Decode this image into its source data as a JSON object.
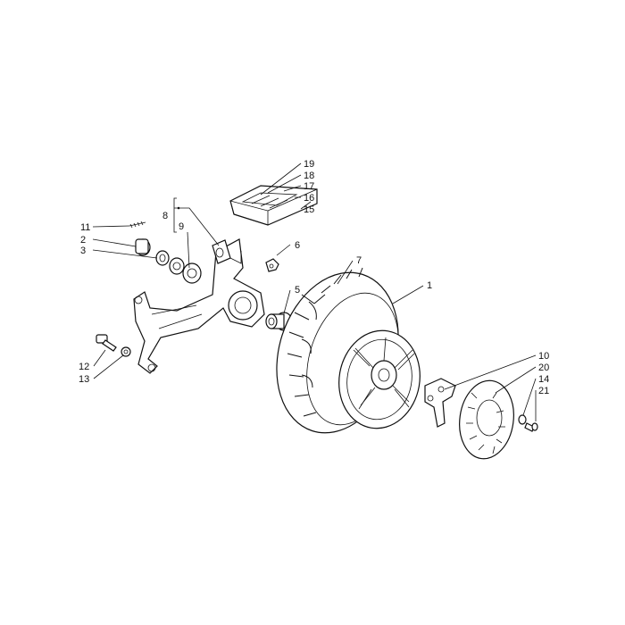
{
  "diagram": {
    "callouts": {
      "c1": "1",
      "c2": "2",
      "c3": "3",
      "c5": "5",
      "c6": "6",
      "c7": "7",
      "c8": "8",
      "c9": "9",
      "c10": "10",
      "c11": "11",
      "c12": "12",
      "c13": "13",
      "c14": "14",
      "c15": "15",
      "c16": "16",
      "c17": "17",
      "c18": "18",
      "c19": "19",
      "c20": "20",
      "c21": "21"
    }
  }
}
